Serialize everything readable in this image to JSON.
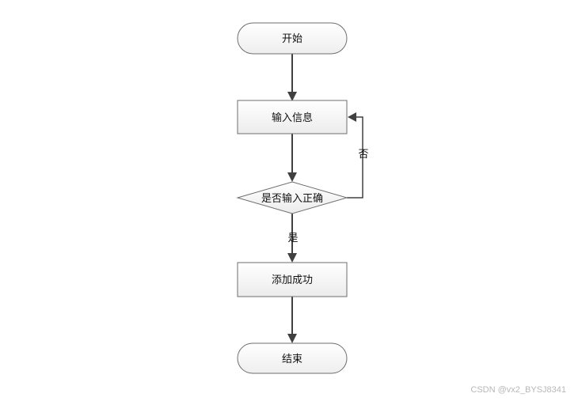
{
  "nodes": {
    "start": "开始",
    "input": "输入信息",
    "check": "是否输入正确",
    "success": "添加成功",
    "end": "结束"
  },
  "edges": {
    "no_label": "否",
    "yes_label": "是"
  },
  "watermark": "CSDN @vx2_BYSJ8341"
}
